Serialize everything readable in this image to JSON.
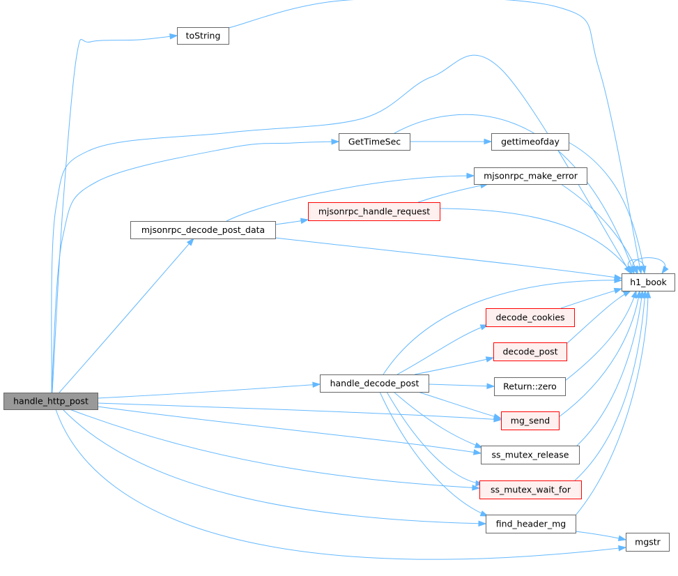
{
  "colors": {
    "edge": "#63b8ff",
    "focus_fill": "#999999",
    "focus_stroke": "#666666",
    "normal_fill": "#ffffff",
    "normal_stroke": "#666666",
    "truncated_fill": "#fff0f0",
    "truncated_stroke": "#ff0000"
  },
  "nodes": [
    {
      "id": "handle_http_post",
      "label": "handle_http_post",
      "style": "focus"
    },
    {
      "id": "toString",
      "label": "toString",
      "style": "normal"
    },
    {
      "id": "GetTimeSec",
      "label": "GetTimeSec",
      "style": "normal"
    },
    {
      "id": "gettimeofday",
      "label": "gettimeofday",
      "style": "normal"
    },
    {
      "id": "mjsonrpc_make_error",
      "label": "mjsonrpc_make_error",
      "style": "normal"
    },
    {
      "id": "mjsonrpc_handle_request",
      "label": "mjsonrpc_handle_request",
      "style": "truncated"
    },
    {
      "id": "mjsonrpc_decode_post_data",
      "label": "mjsonrpc_decode_post_data",
      "style": "normal"
    },
    {
      "id": "h1_book",
      "label": "h1_book",
      "style": "normal"
    },
    {
      "id": "decode_cookies",
      "label": "decode_cookies",
      "style": "truncated"
    },
    {
      "id": "decode_post",
      "label": "decode_post",
      "style": "truncated"
    },
    {
      "id": "handle_decode_post",
      "label": "handle_decode_post",
      "style": "normal"
    },
    {
      "id": "Return_zero",
      "label": "Return::zero",
      "style": "normal"
    },
    {
      "id": "mg_send",
      "label": "mg_send",
      "style": "truncated"
    },
    {
      "id": "ss_mutex_release",
      "label": "ss_mutex_release",
      "style": "normal"
    },
    {
      "id": "ss_mutex_wait_for",
      "label": "ss_mutex_wait_for",
      "style": "truncated"
    },
    {
      "id": "find_header_mg",
      "label": "find_header_mg",
      "style": "normal"
    },
    {
      "id": "mgstr",
      "label": "mgstr",
      "style": "normal"
    }
  ],
  "edges": [
    {
      "from": "handle_http_post",
      "to": "toString"
    },
    {
      "from": "handle_http_post",
      "to": "h1_book"
    },
    {
      "from": "handle_http_post",
      "to": "GetTimeSec"
    },
    {
      "from": "handle_http_post",
      "to": "mjsonrpc_decode_post_data"
    },
    {
      "from": "handle_http_post",
      "to": "handle_decode_post"
    },
    {
      "from": "handle_http_post",
      "to": "mg_send"
    },
    {
      "from": "handle_http_post",
      "to": "ss_mutex_release"
    },
    {
      "from": "handle_http_post",
      "to": "ss_mutex_wait_for"
    },
    {
      "from": "handle_http_post",
      "to": "find_header_mg"
    },
    {
      "from": "handle_http_post",
      "to": "mgstr"
    },
    {
      "from": "toString",
      "to": "h1_book"
    },
    {
      "from": "GetTimeSec",
      "to": "gettimeofday"
    },
    {
      "from": "GetTimeSec",
      "to": "h1_book"
    },
    {
      "from": "gettimeofday",
      "to": "h1_book"
    },
    {
      "from": "mjsonrpc_make_error",
      "to": "h1_book"
    },
    {
      "from": "mjsonrpc_decode_post_data",
      "to": "mjsonrpc_make_error"
    },
    {
      "from": "mjsonrpc_decode_post_data",
      "to": "mjsonrpc_handle_request"
    },
    {
      "from": "mjsonrpc_decode_post_data",
      "to": "h1_book"
    },
    {
      "from": "mjsonrpc_handle_request",
      "to": "mjsonrpc_make_error"
    },
    {
      "from": "mjsonrpc_handle_request",
      "to": "h1_book"
    },
    {
      "from": "h1_book",
      "to": "h1_book"
    },
    {
      "from": "handle_decode_post",
      "to": "h1_book"
    },
    {
      "from": "handle_decode_post",
      "to": "decode_cookies"
    },
    {
      "from": "handle_decode_post",
      "to": "decode_post"
    },
    {
      "from": "handle_decode_post",
      "to": "Return_zero"
    },
    {
      "from": "handle_decode_post",
      "to": "mg_send"
    },
    {
      "from": "handle_decode_post",
      "to": "ss_mutex_release"
    },
    {
      "from": "handle_decode_post",
      "to": "ss_mutex_wait_for"
    },
    {
      "from": "handle_decode_post",
      "to": "find_header_mg"
    },
    {
      "from": "decode_cookies",
      "to": "h1_book"
    },
    {
      "from": "decode_post",
      "to": "h1_book"
    },
    {
      "from": "Return_zero",
      "to": "h1_book"
    },
    {
      "from": "mg_send",
      "to": "h1_book"
    },
    {
      "from": "ss_mutex_release",
      "to": "h1_book"
    },
    {
      "from": "ss_mutex_wait_for",
      "to": "h1_book"
    },
    {
      "from": "find_header_mg",
      "to": "h1_book"
    },
    {
      "from": "find_header_mg",
      "to": "mgstr"
    }
  ]
}
